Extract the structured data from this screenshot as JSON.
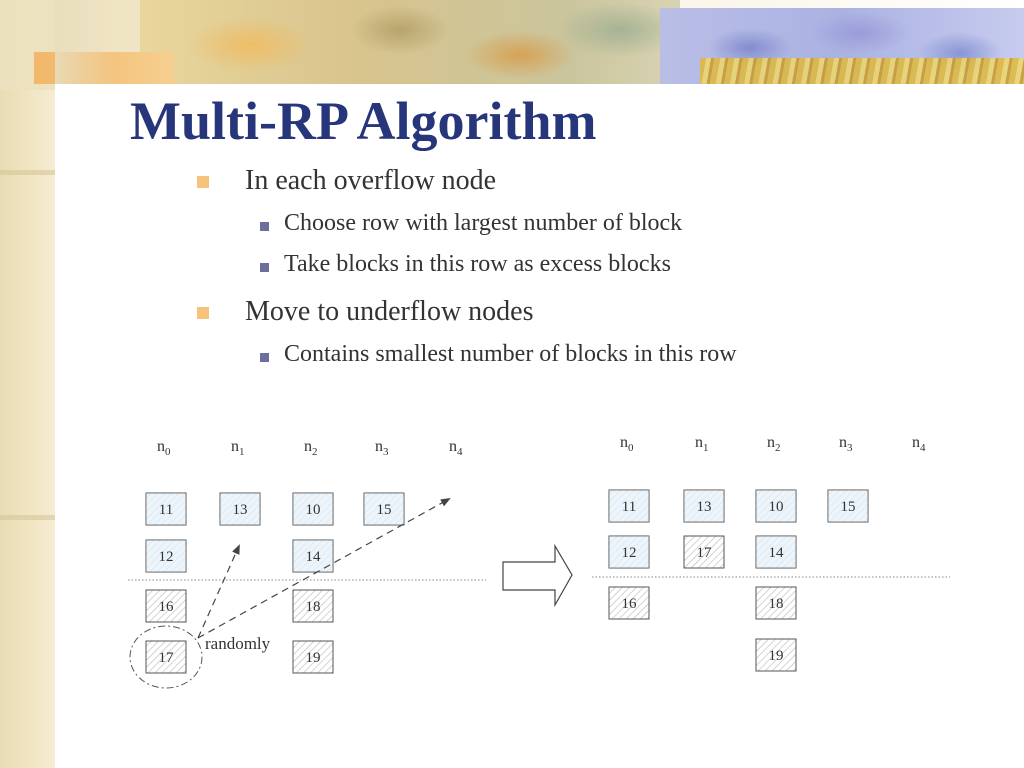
{
  "slide": {
    "title": "Multi-RP Algorithm",
    "bullets": [
      {
        "text": "In each overflow node",
        "sub": [
          "Choose row with largest number of block",
          "Take blocks in this row as excess blocks"
        ]
      },
      {
        "text": "Move to underflow nodes",
        "sub": [
          "Contains smallest number of blocks in this row"
        ]
      }
    ]
  },
  "diagram": {
    "node_labels": [
      {
        "base": "n",
        "sub": "0"
      },
      {
        "base": "n",
        "sub": "1"
      },
      {
        "base": "n",
        "sub": "2"
      },
      {
        "base": "n",
        "sub": "3"
      },
      {
        "base": "n",
        "sub": "4"
      }
    ],
    "before": {
      "columns": [
        [
          "11",
          "12",
          "16",
          "17"
        ],
        [
          "13"
        ],
        [
          "10",
          "14",
          "18",
          "19"
        ],
        [
          "15"
        ],
        []
      ],
      "highlighted_blocks": [
        "11",
        "12",
        "13",
        "10",
        "14",
        "15"
      ],
      "circled_block": "17",
      "annotation": "randomly"
    },
    "after": {
      "columns": [
        [
          "11",
          "12",
          "16"
        ],
        [
          "13",
          "17"
        ],
        [
          "10",
          "14",
          "18",
          "19"
        ],
        [
          "15"
        ],
        []
      ],
      "highlighted_blocks": [
        "11",
        "12",
        "13",
        "10",
        "14",
        "15"
      ]
    },
    "colors": {
      "highlight_fill": "#e6f2fa",
      "hatch_fill": "#ffffff",
      "hatch_line": "#b8b8b8",
      "box_stroke": "#555555",
      "dashed_line": "#444444",
      "title_color": "#27357a",
      "bullet1_color": "#f6c27c",
      "bullet2_color": "#6e6e9c"
    }
  }
}
